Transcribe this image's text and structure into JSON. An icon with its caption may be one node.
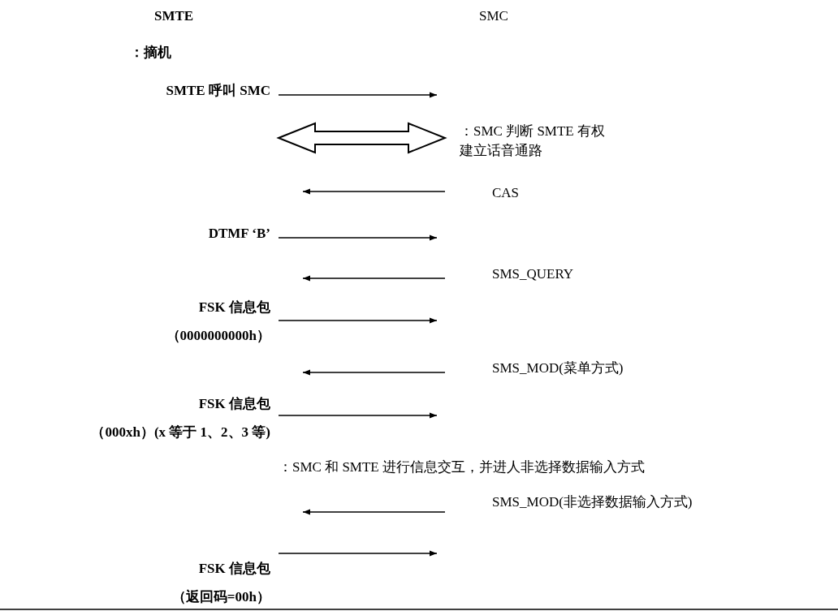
{
  "diagram": {
    "nodes": [
      {
        "text": [
          "SMTE 呼叫 SMC"
        ]
      },
      {
        "text": [
          "：SMC 判断 SMTE 有权建立话音通路"
        ]
      },
      {
        "text": [
          "CAS"
        ]
      },
      {
        "text": [
          "DTMF ‘B’"
        ]
      },
      {
        "text": [
          "SMS_QUERY"
        ]
      },
      {
        "text": [
          "FSK 信息包（0000000000h）"
        ]
      },
      {
        "text": [
          "SMS_MOD(菜单方式)"
        ]
      },
      {
        "text": [
          "FSK 信息包（000xh）(x 等于 1、2、3 等)"
        ]
      },
      {
        "text": [
          "SMS_MOD(非选择数据输入方式)"
        ]
      },
      {
        "text": [
          "FSK 信息包（返回码=00h）"
        ]
      }
    ],
    "edges": [
      {
        "from": 0,
        "to": null,
        "arrow": "to"
      },
      {
        "from": null,
        "to": 1,
        "arrow": "both",
        "style": "thick"
      },
      {
        "from": 2,
        "to": null,
        "arrow": "to"
      },
      {
        "from": 3,
        "to": null,
        "arrow": "to"
      },
      {
        "from": 4,
        "to": null,
        "arrow": "to"
      },
      {
        "from": 5,
        "to": null,
        "arrow": "to"
      },
      {
        "from": 6,
        "to": null,
        "arrow": "to"
      },
      {
        "from": 7,
        "to": null,
        "arrow": "to"
      },
      {
        "from": 8,
        "to": null,
        "arrow": "to"
      },
      {
        "from": 9,
        "to": null,
        "arrow": "to"
      }
    ],
    "labels": [
      "SMTE",
      "SMC",
      "：摘机",
      "：SMC 和 SMTE 进行信息交互，并进人非选择数据输入方式"
    ]
  }
}
